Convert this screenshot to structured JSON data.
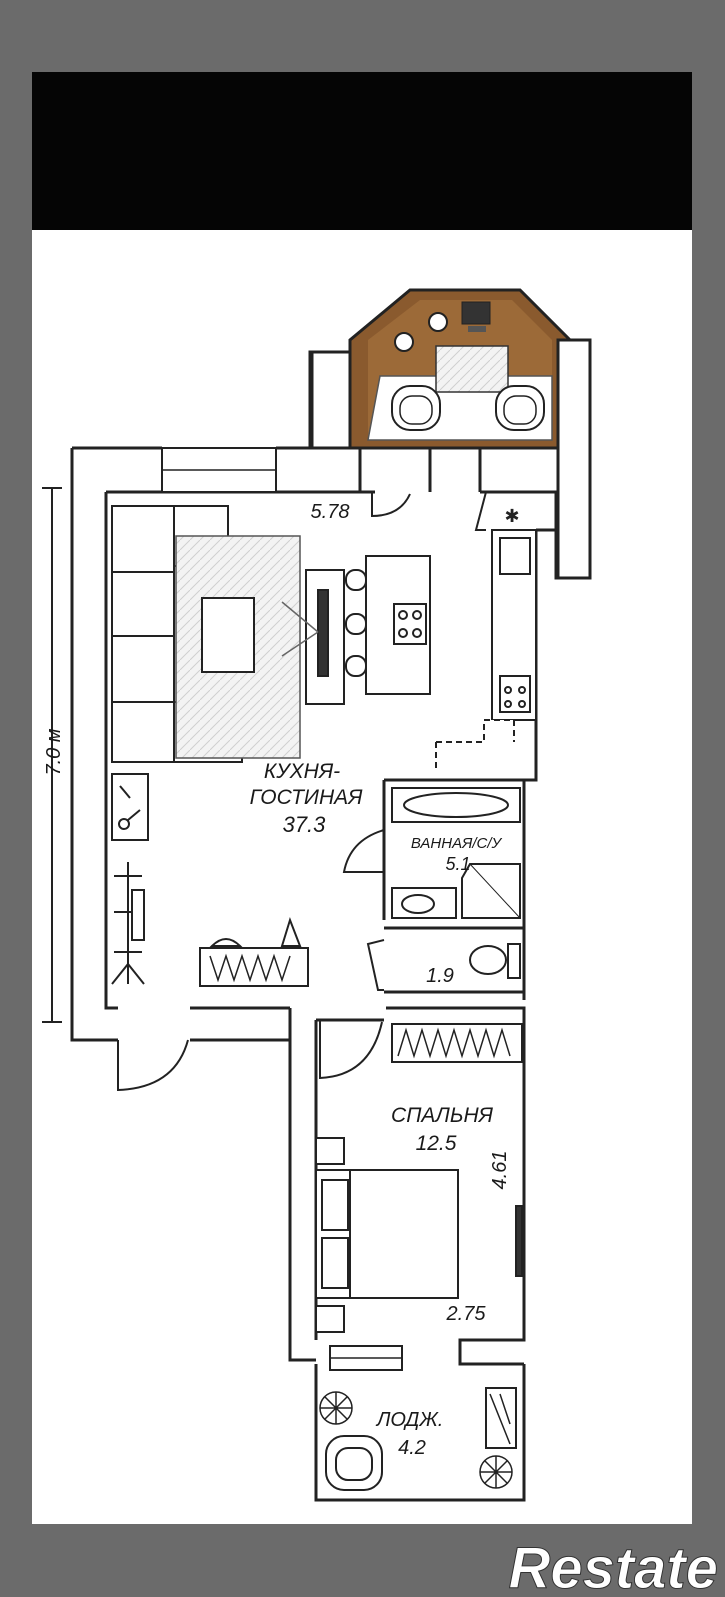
{
  "rooms": {
    "kitchen_living": {
      "name_line1": "КУХНЯ-",
      "name_line2": "ГОСТИНАЯ",
      "area": "37.3"
    },
    "bathroom": {
      "name": "ВАННАЯ/С/У",
      "area": "5.1"
    },
    "wc": {
      "area": "1.9"
    },
    "bedroom": {
      "name": "СПАЛЬНЯ",
      "area": "12.5"
    },
    "loggia": {
      "name": "ЛОДЖ.",
      "area": "4.2"
    }
  },
  "dimensions": {
    "width_top": "5.78",
    "height_left": "7.0 м",
    "bedroom_height": "4.61",
    "bedroom_width": "2.75"
  },
  "watermark": {
    "text": "Restate"
  },
  "colors": {
    "wall": "#222222",
    "wood": "#8a5a2e",
    "background": "#6b6b6b",
    "top_bar": "#050505"
  }
}
